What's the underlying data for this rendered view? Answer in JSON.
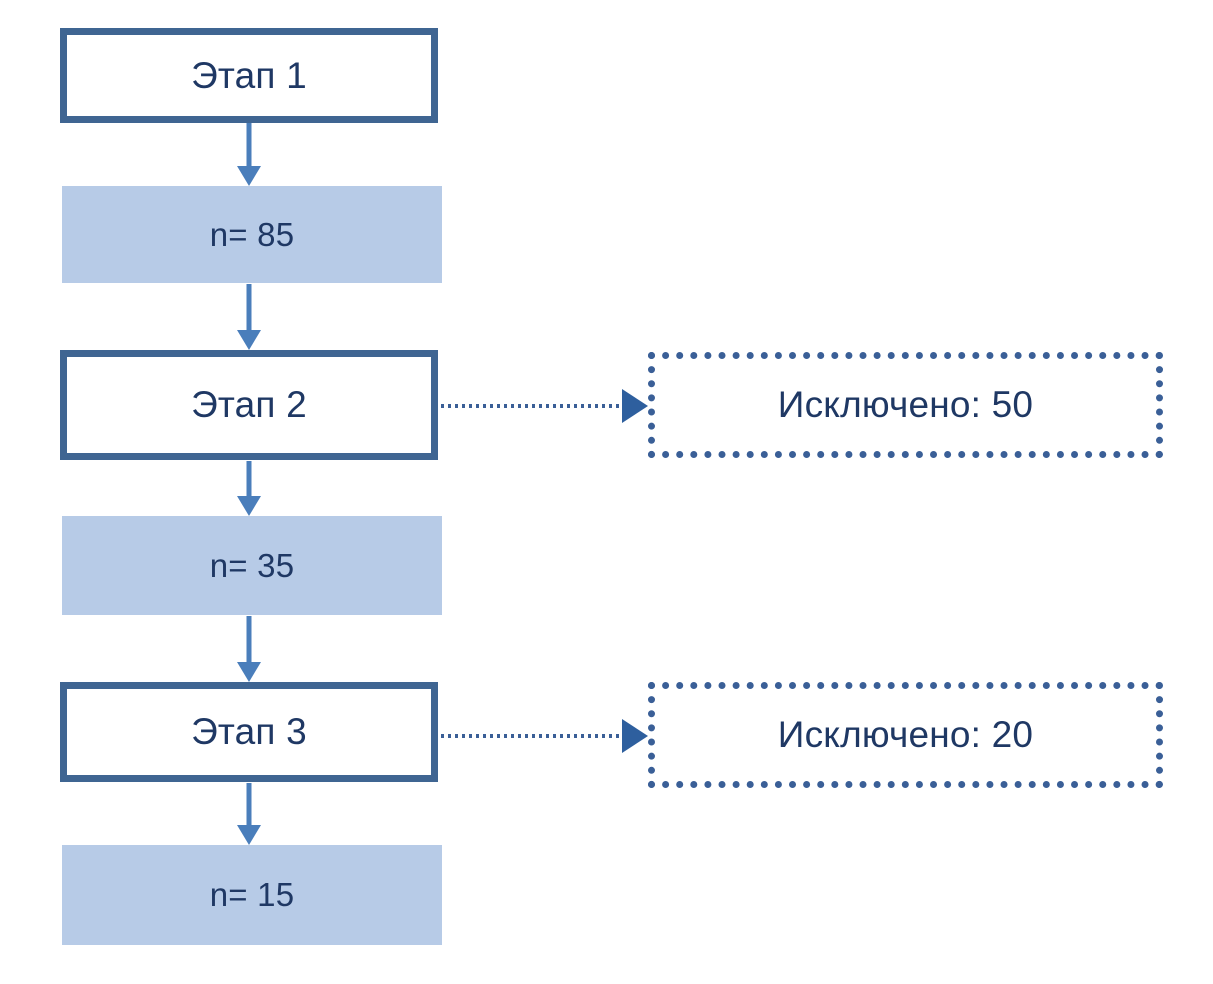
{
  "diagram": {
    "type": "flowchart",
    "title": "",
    "stages": [
      {
        "id": "stage-1",
        "label": "Этап 1"
      },
      {
        "id": "stage-2",
        "label": "Этап 2"
      },
      {
        "id": "stage-3",
        "label": "Этап 3"
      }
    ],
    "counts": [
      {
        "id": "count-1",
        "label": "n= 85",
        "value": 85
      },
      {
        "id": "count-2",
        "label": "n= 35",
        "value": 35
      },
      {
        "id": "count-3",
        "label": "n= 15",
        "value": 15
      }
    ],
    "exclusions": [
      {
        "id": "excluded-1",
        "label": "Исключено: 50",
        "value": 50,
        "from": "stage-2"
      },
      {
        "id": "excluded-2",
        "label": "Исключено: 20",
        "value": 20,
        "from": "stage-3"
      }
    ],
    "colors": {
      "stage_border": "#3f6592",
      "stage_fill": "#ffffff",
      "count_fill": "#b7cbe7",
      "exclusion_border": "#3a5f97",
      "arrow": "#4a7ebb",
      "text": "#1f3864",
      "background": "#ffffff"
    }
  }
}
